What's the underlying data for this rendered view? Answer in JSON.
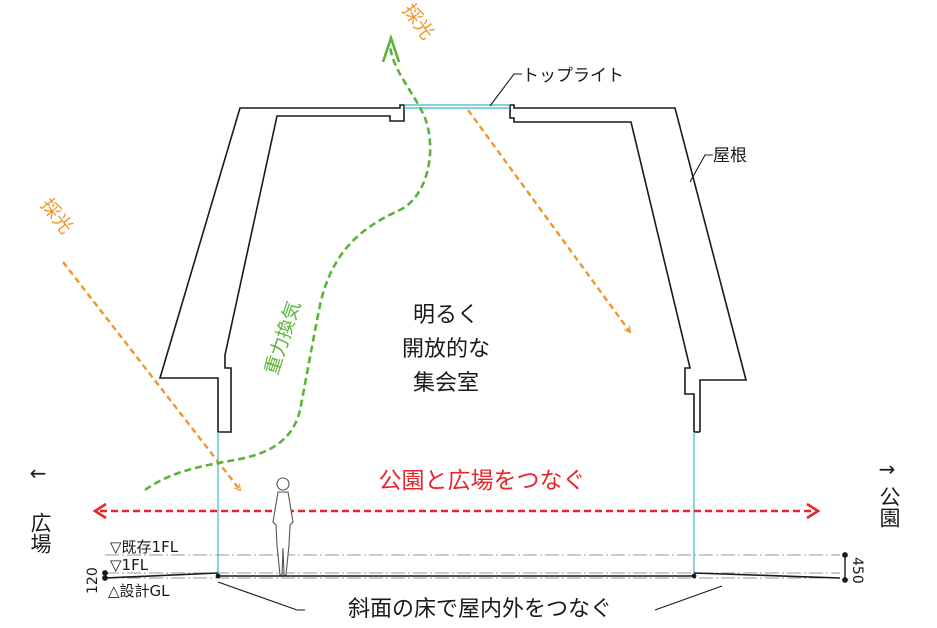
{
  "labels": {
    "toplight": "トップライト",
    "roof": "屋根",
    "daylight": "採光",
    "ventilation": "重力換気",
    "room_line1": "明るく",
    "room_line2": "開放的な",
    "room_line3": "集会室",
    "connect": "公園と広場をつなぐ",
    "left_arrow": "←",
    "left_dest": "広場",
    "right_arrow": "→",
    "right_dest": "公園",
    "existing_fl": "▽既存1FL",
    "fl1": "▽1FL",
    "design_gl": "△設計GL",
    "dim_120": "120",
    "dim_450": "450",
    "slope_note": "斜面の床で屋内外をつなぐ"
  },
  "colors": {
    "daylight": "#f0962a",
    "ventilation": "#5db33a",
    "connect": "#e8262a",
    "glass": "#3cb8c8",
    "line": "#1a1a1a",
    "aux": "#9a9a9a"
  }
}
